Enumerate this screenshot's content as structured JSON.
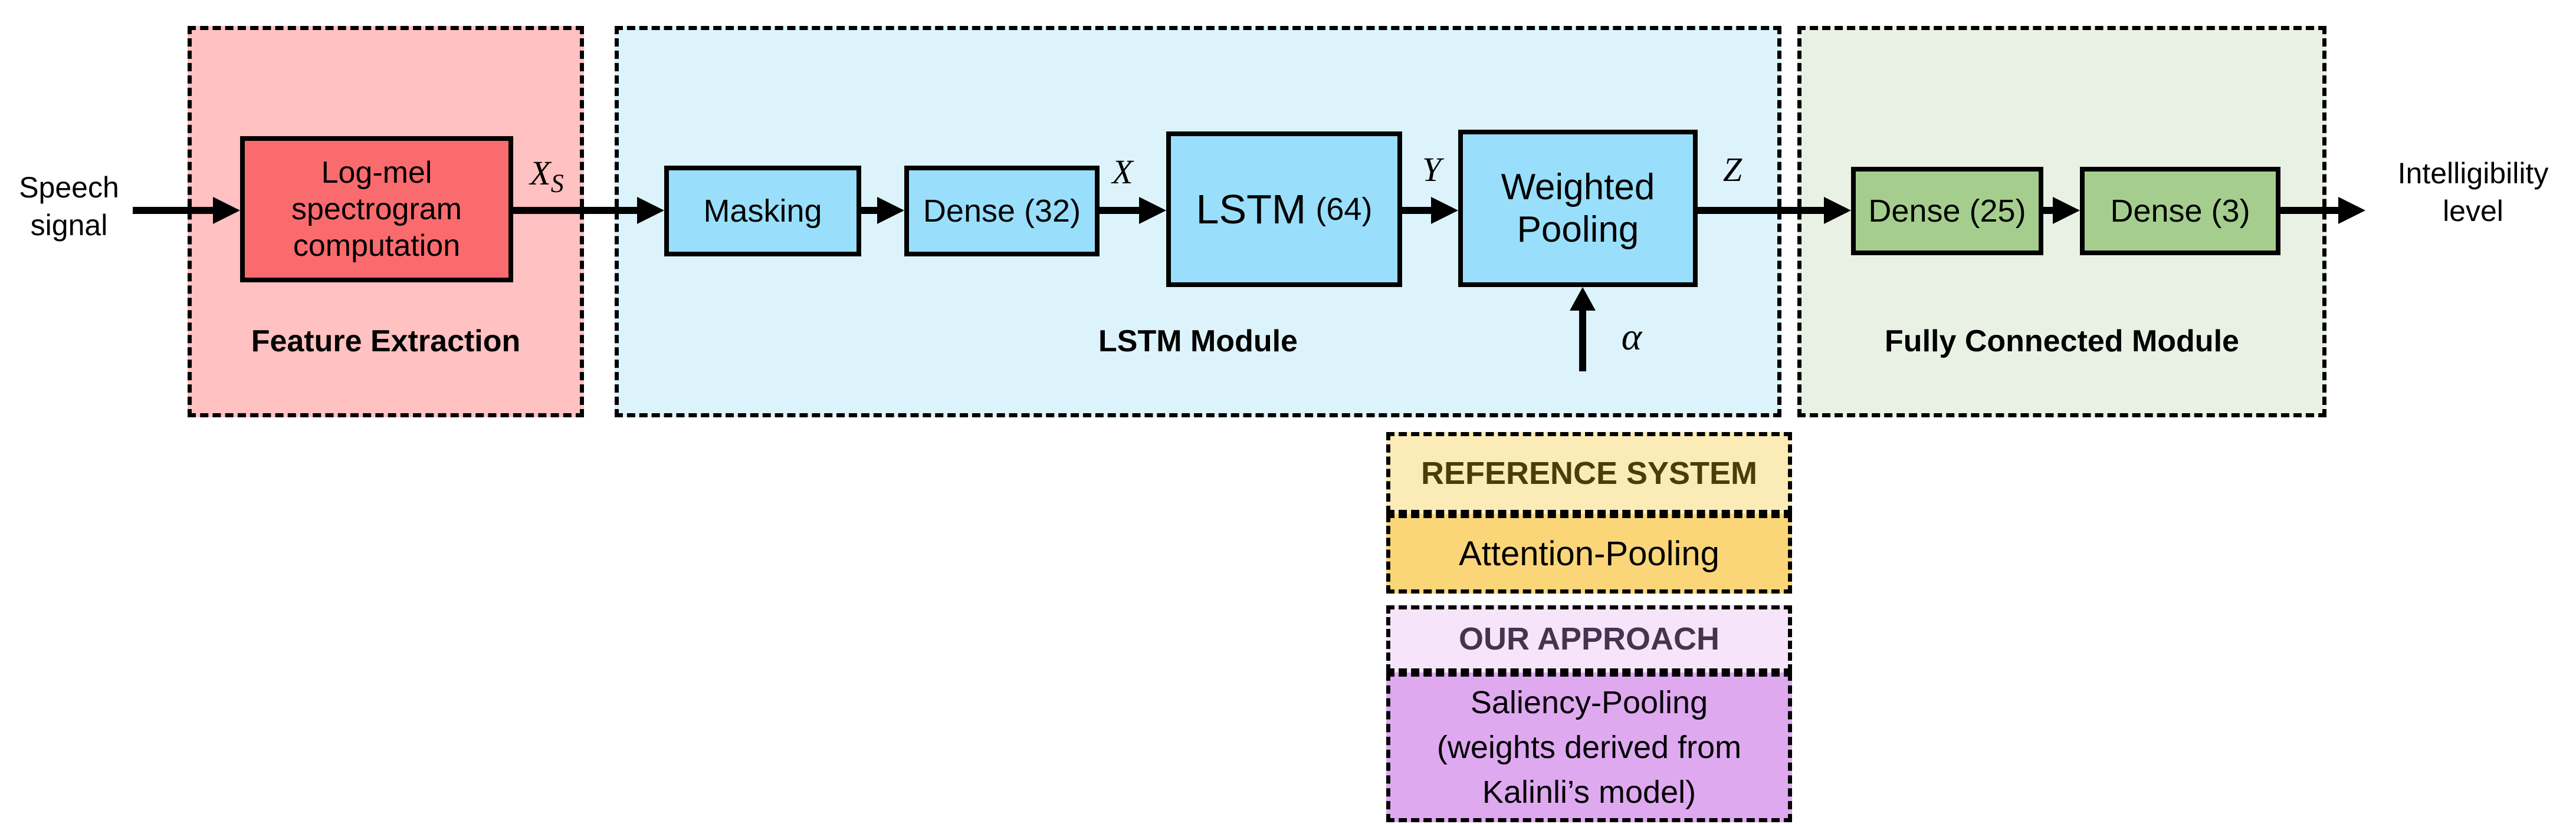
{
  "io": {
    "input_line1": "Speech",
    "input_line2": "signal",
    "output_line1": "Intelligibility",
    "output_line2": "level"
  },
  "modules": {
    "feature_extraction": {
      "title": "Feature Extraction"
    },
    "lstm_module": {
      "title": "LSTM Module"
    },
    "fully_connected": {
      "title": "Fully Connected Module"
    }
  },
  "blocks": {
    "log_mel": {
      "line1": "Log-mel",
      "line2": "spectrogram",
      "line3": "computation"
    },
    "masking": {
      "label": "Masking"
    },
    "dense32": {
      "label": "Dense (32)"
    },
    "lstm64": {
      "name": "LSTM",
      "units": "(64)"
    },
    "weighted_pooling": {
      "line1": "Weighted",
      "line2": "Pooling"
    },
    "dense25": {
      "label": "Dense (25)"
    },
    "dense3": {
      "label": "Dense (3)"
    }
  },
  "signals": {
    "xs_base": "X",
    "xs_sub": "S",
    "x": "X",
    "y": "Y",
    "z": "Z",
    "alpha": "α"
  },
  "legend": {
    "reference_header": "REFERENCE SYSTEM",
    "reference_item": "Attention-Pooling",
    "approach_header": "OUR APPROACH",
    "approach_item_line1": "Saliency-Pooling",
    "approach_item_line2": "(weights derived from",
    "approach_item_line3": "Kalinli’s model)"
  },
  "colors": {
    "outline": "#000000",
    "module_feature_bg": "#FFC1C1",
    "module_lstm_bg": "#DDF3FC",
    "module_fc_bg": "#E9F1E4",
    "block_red": "#FA6B6E",
    "block_blue": "#99DFFC",
    "block_green": "#A5CE8E",
    "legend_reference_header_bg": "#FBEBB7",
    "legend_attention_bg": "#FBD679",
    "legend_approach_header_bg": "#F6E5FA",
    "legend_saliency_bg": "#DFA9F0",
    "reference_header_text": "#4C3D06",
    "approach_header_text": "#45344F"
  }
}
